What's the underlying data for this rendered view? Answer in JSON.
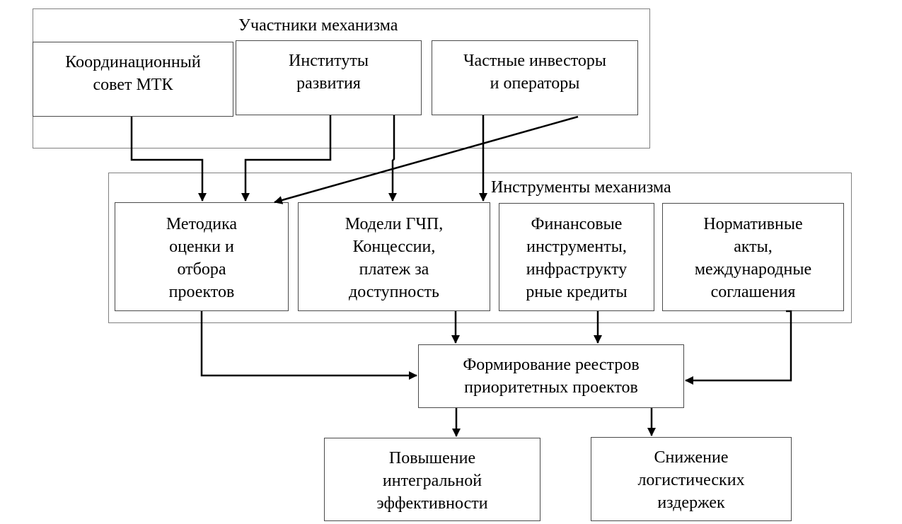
{
  "diagram": {
    "groups": {
      "participants": {
        "title": "Участники механизма"
      },
      "instruments": {
        "title": "Инструменты механизма"
      }
    },
    "nodes": {
      "coord_council": {
        "text": "Координационный\nсовет МТК"
      },
      "dev_institutes": {
        "text": "Институты\nразвития"
      },
      "private_investors": {
        "text": "Частные инвесторы\nи операторы"
      },
      "methodology": {
        "text": "Методика\nоценки и\nотбора\nпроектов"
      },
      "ppp_models": {
        "text": "Модели ГЧП,\nКонцессии,\nплатеж за\nдоступность"
      },
      "fin_instruments": {
        "text": "Финансовые\nинструменты,\nинфраструкту\nрные кредиты"
      },
      "regulations": {
        "text": "Нормативные\nакты,\nмеждународные\nсоглашения"
      },
      "registry": {
        "text": "Формирование реестров\nприоритетных проектов"
      },
      "efficiency": {
        "text": "Повышение\nинтегральной\nэффективности"
      },
      "logistics_costs": {
        "text": "Снижение\nлогистических\nиздержек"
      }
    },
    "edges": [
      {
        "from": "coord_council",
        "to": "methodology"
      },
      {
        "from": "dev_institutes",
        "to": "methodology"
      },
      {
        "from": "dev_institutes",
        "to": "ppp_models"
      },
      {
        "from": "private_investors",
        "to": "methodology"
      },
      {
        "from": "private_investors",
        "to": "ppp_models"
      },
      {
        "from": "methodology",
        "to": "registry"
      },
      {
        "from": "ppp_models",
        "to": "registry"
      },
      {
        "from": "fin_instruments",
        "to": "registry"
      },
      {
        "from": "regulations",
        "to": "registry"
      },
      {
        "from": "registry",
        "to": "efficiency"
      },
      {
        "from": "registry",
        "to": "logistics_costs"
      }
    ]
  }
}
